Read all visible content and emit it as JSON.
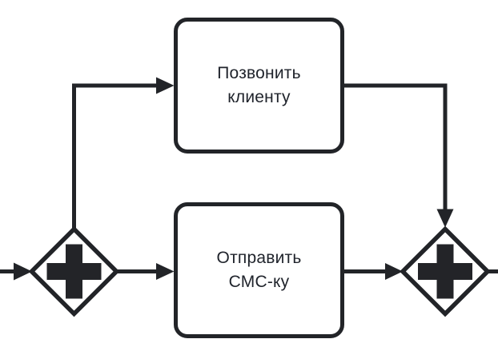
{
  "diagram": {
    "type": "bpmn-process",
    "background_color": "#ffffff",
    "stroke_color": "#222428",
    "text_color": "#20242c",
    "tasks": [
      {
        "id": "task-call-client",
        "label": "Позвонить клиенту",
        "line1": "Позвонить",
        "line2": "клиенту"
      },
      {
        "id": "task-send-sms",
        "label": "Отправить СМС-ку",
        "line1": "Отправить",
        "line2": "СМС-ку"
      }
    ],
    "gateways": [
      {
        "id": "gateway-split",
        "kind": "parallel",
        "icon": "plus-icon"
      },
      {
        "id": "gateway-join",
        "kind": "parallel",
        "icon": "plus-icon"
      }
    ],
    "flows": [
      {
        "id": "flow-in",
        "from": "left-edge",
        "to": "gateway-split"
      },
      {
        "id": "flow-split-to-call",
        "from": "gateway-split",
        "to": "task-call-client"
      },
      {
        "id": "flow-split-to-sms",
        "from": "gateway-split",
        "to": "task-send-sms"
      },
      {
        "id": "flow-call-to-join",
        "from": "task-call-client",
        "to": "gateway-join"
      },
      {
        "id": "flow-sms-to-join",
        "from": "task-send-sms",
        "to": "gateway-join"
      },
      {
        "id": "flow-out",
        "from": "gateway-join",
        "to": "right-edge"
      }
    ]
  }
}
